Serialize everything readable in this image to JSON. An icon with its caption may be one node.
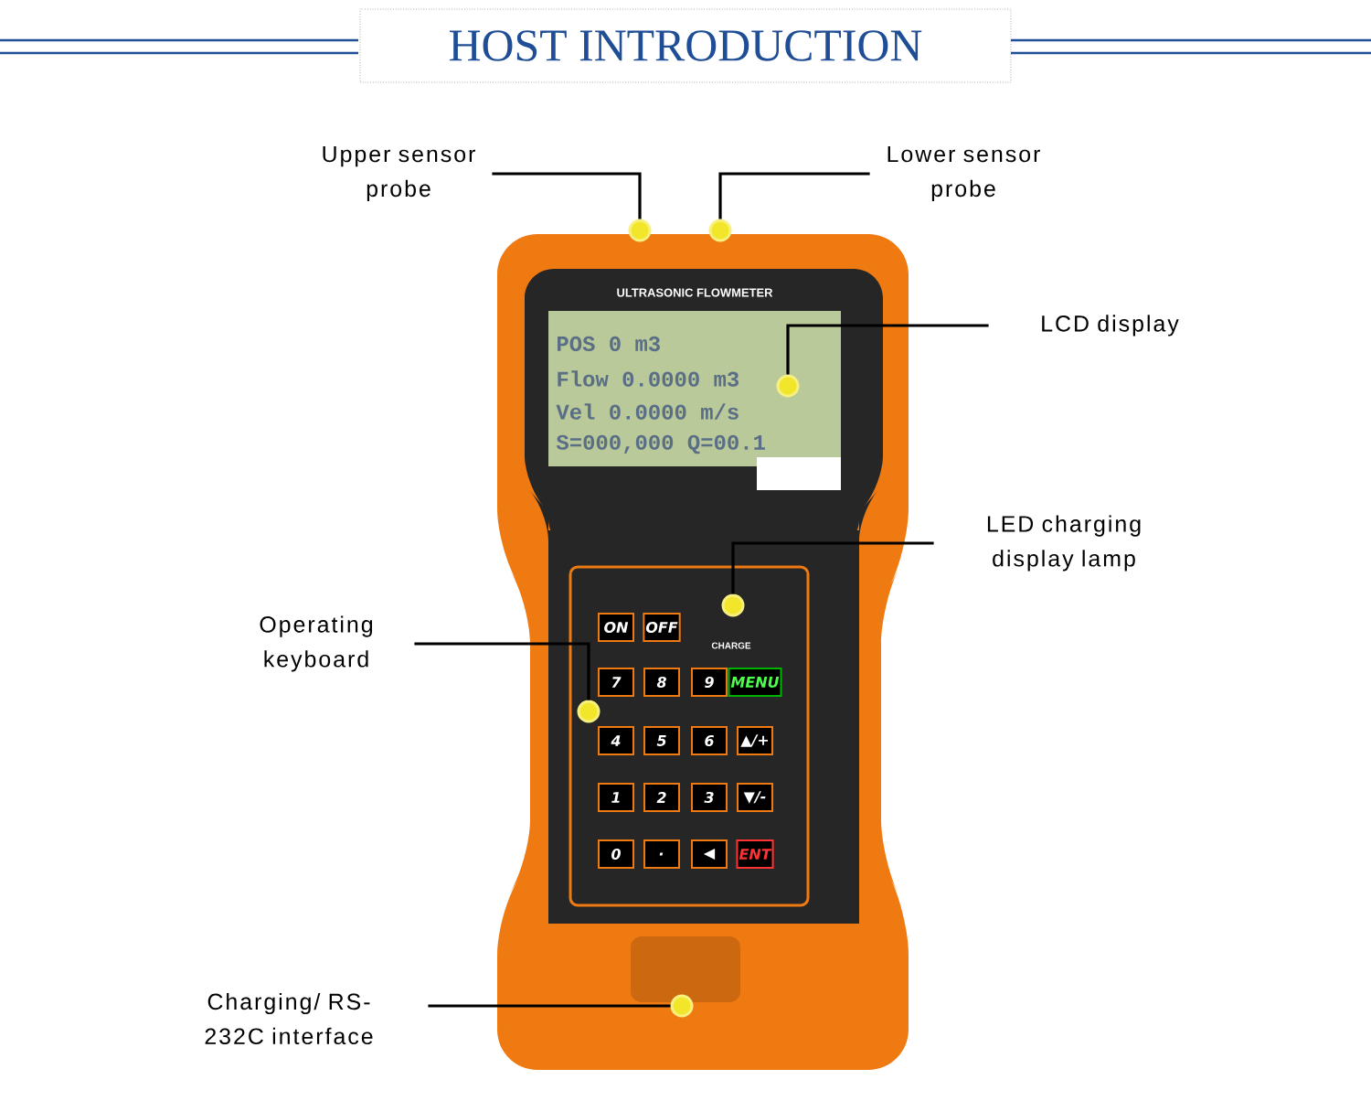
{
  "diagram": {
    "title": "HOST INTRODUCTION",
    "nodes": [
      {
        "text": [
          "Upper sensor probe"
        ]
      },
      {
        "text": [],
        "shape": "circle"
      },
      {
        "text": [
          "Lower sensor probe"
        ]
      },
      {
        "text": [],
        "shape": "circle"
      },
      {
        "text": [
          "LCD display"
        ]
      },
      {
        "text": [],
        "shape": "circle"
      },
      {
        "text": [
          "LED charging display lamp"
        ]
      },
      {
        "text": [],
        "shape": "circle"
      },
      {
        "text": [
          "Operating keyboard"
        ]
      },
      {
        "text": [],
        "shape": "circle"
      },
      {
        "text": [
          "Charging/ RS-232C interface"
        ]
      },
      {
        "text": [],
        "shape": "circle"
      }
    ],
    "edges": [
      {
        "from": 0,
        "to": 1,
        "arrow": "none"
      },
      {
        "from": 2,
        "to": 3,
        "arrow": "none"
      },
      {
        "from": 4,
        "to": 5,
        "arrow": "none"
      },
      {
        "from": 6,
        "to": 7,
        "arrow": "none"
      },
      {
        "from": 8,
        "to": 9,
        "arrow": "none"
      },
      {
        "from": 10,
        "to": 11,
        "arrow": "none"
      }
    ],
    "labels": [
      "ULTRASONIC FLOWMETER",
      "POS 0 m3",
      "Flow 0.0000 m3",
      "Vel 0.0000 m/s",
      "S=000,000 Q=00.1",
      "ON",
      "OFF",
      "CHARGE",
      "7",
      "8",
      "9",
      "MENU",
      "4",
      "5",
      "6",
      "▲/+",
      "1",
      "2",
      "3",
      "▼/-",
      "0",
      ".",
      "◀",
      "ENT"
    ]
  }
}
